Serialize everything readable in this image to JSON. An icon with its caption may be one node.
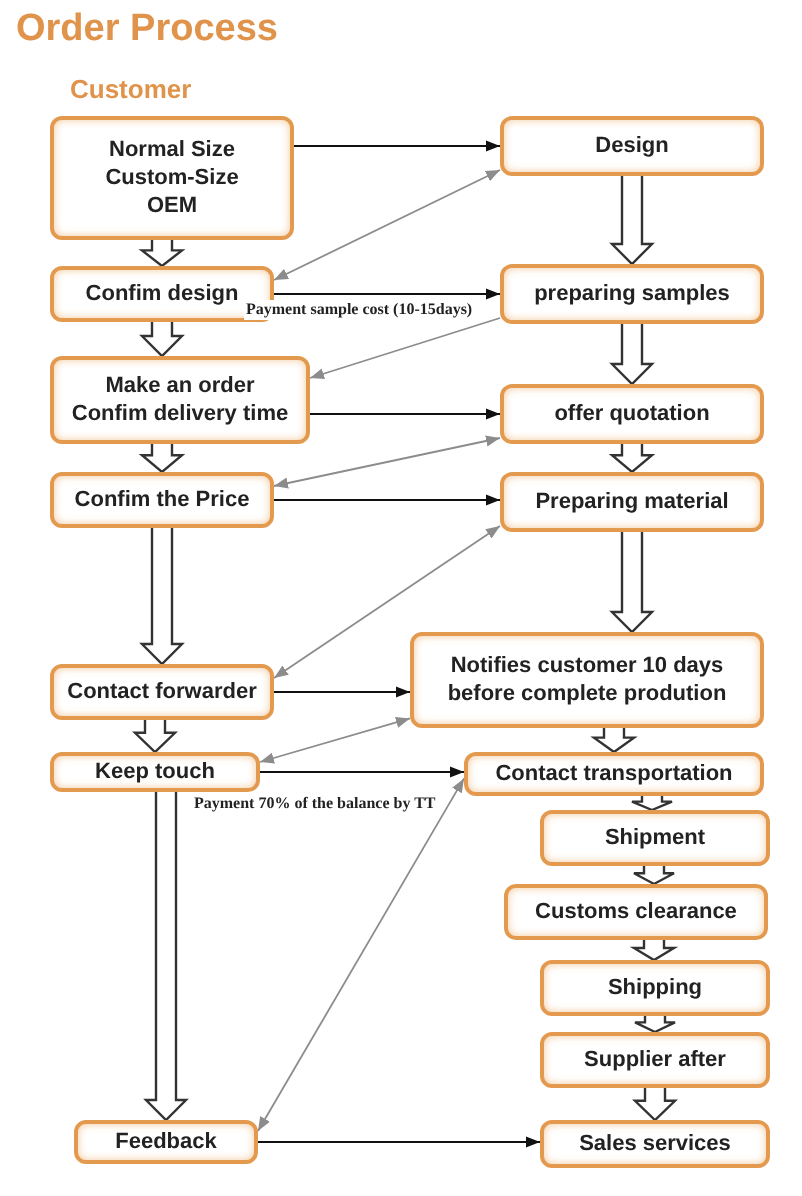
{
  "diagram": {
    "title": "Order Process",
    "nodes": [
      {
        "text": [
          "Normal Size",
          "Custom-Size",
          "OEM"
        ]
      },
      {
        "text": [
          "Confim design"
        ]
      },
      {
        "text": [
          "Make an order",
          "Confim delivery time"
        ]
      },
      {
        "text": [
          "Confim the Price"
        ]
      },
      {
        "text": [
          "Contact forwarder"
        ]
      },
      {
        "text": [
          "Keep touch"
        ]
      },
      {
        "text": [
          "Feedback"
        ]
      },
      {
        "text": [
          "Design"
        ]
      },
      {
        "text": [
          "preparing samples"
        ]
      },
      {
        "text": [
          "offer quotation"
        ]
      },
      {
        "text": [
          "Preparing material"
        ]
      },
      {
        "text": [
          "Notifies customer 10 days before complete prodution"
        ]
      },
      {
        "text": [
          "Contact transportation"
        ]
      },
      {
        "text": [
          "Shipment"
        ]
      },
      {
        "text": [
          "Customs clearance"
        ]
      },
      {
        "text": [
          "Shipping"
        ]
      },
      {
        "text": [
          "Supplier after"
        ]
      },
      {
        "text": [
          "Sales services"
        ]
      }
    ],
    "edges": [
      {
        "from": 0,
        "to": 7,
        "arrow": "to"
      },
      {
        "from": 1,
        "to": 8,
        "arrow": "to",
        "label": "Payment sample cost (10-15days)"
      },
      {
        "from": 2,
        "to": 9,
        "arrow": "to"
      },
      {
        "from": 3,
        "to": 10,
        "arrow": "to"
      },
      {
        "from": 4,
        "to": 11,
        "arrow": "to"
      },
      {
        "from": 5,
        "to": 12,
        "arrow": "to",
        "label": "Payment 70% of the balance by TT"
      },
      {
        "from": 6,
        "to": 17,
        "arrow": "to"
      },
      {
        "from": 7,
        "to": 1,
        "arrow": "both",
        "color": "#8c8c8c"
      },
      {
        "from": 8,
        "to": 2,
        "arrow": "to",
        "color": "#8c8c8c"
      },
      {
        "from": 9,
        "to": 3,
        "arrow": "both",
        "color": "#8c8c8c"
      },
      {
        "from": 10,
        "to": 4,
        "arrow": "both",
        "color": "#8c8c8c"
      },
      {
        "from": 11,
        "to": 5,
        "arrow": "both",
        "color": "#8c8c8c"
      },
      {
        "from": 12,
        "to": 6,
        "arrow": "both",
        "color": "#8c8c8c"
      },
      {
        "from": 0,
        "to": 1,
        "arrow": "to",
        "style": "thick"
      },
      {
        "from": 1,
        "to": 2,
        "arrow": "to",
        "style": "thick"
      },
      {
        "from": 2,
        "to": 3,
        "arrow": "to",
        "style": "thick"
      },
      {
        "from": 3,
        "to": 4,
        "arrow": "to",
        "style": "thick"
      },
      {
        "from": 4,
        "to": 5,
        "arrow": "to",
        "style": "thick"
      },
      {
        "from": 5,
        "to": 6,
        "arrow": "to",
        "style": "thick"
      },
      {
        "from": 7,
        "to": 8,
        "arrow": "to",
        "style": "thick"
      },
      {
        "from": 8,
        "to": 9,
        "arrow": "to",
        "style": "thick"
      },
      {
        "from": 9,
        "to": 10,
        "arrow": "to",
        "style": "thick"
      },
      {
        "from": 10,
        "to": 11,
        "arrow": "to",
        "style": "thick"
      },
      {
        "from": 11,
        "to": 12,
        "arrow": "to",
        "style": "thick"
      },
      {
        "from": 12,
        "to": 13,
        "arrow": "to",
        "style": "thick"
      },
      {
        "from": 13,
        "to": 14,
        "arrow": "to",
        "style": "thick"
      },
      {
        "from": 14,
        "to": 15,
        "arrow": "to",
        "style": "thick"
      },
      {
        "from": 15,
        "to": 16,
        "arrow": "to",
        "style": "thick"
      },
      {
        "from": 16,
        "to": 17,
        "arrow": "to",
        "style": "thick"
      }
    ],
    "labels": [
      "Customer"
    ]
  }
}
